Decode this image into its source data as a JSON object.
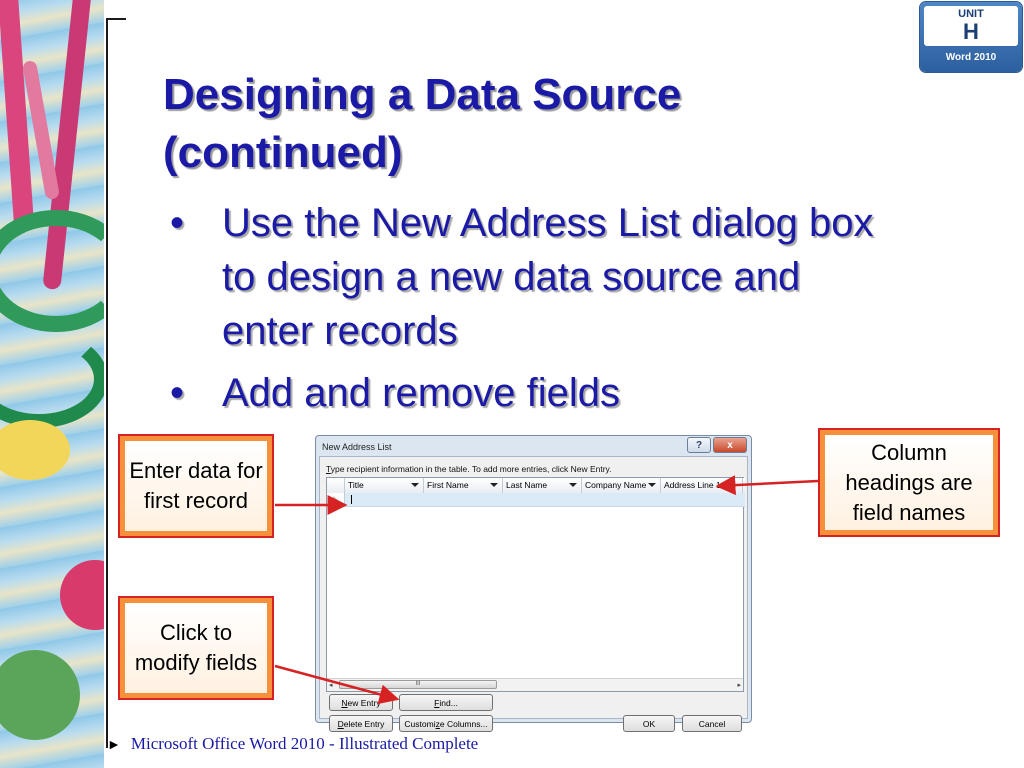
{
  "slide": {
    "title_line1": "Designing a Data Source",
    "title_line2": "(continued)",
    "bullets": [
      "Use the New Address List dialog box to design a new data source and enter records",
      "Add and remove fields"
    ],
    "bullet_char": "•",
    "footer_marker": "►",
    "footer": "Microsoft Office Word 2010 - Illustrated Complete"
  },
  "badge": {
    "unit": "UNIT",
    "letter": "H",
    "product": "Word 2010"
  },
  "callouts": {
    "enter_data": "Enter data for first record",
    "column_headings": "Column headings are field names",
    "click_modify": "Click to modify fields"
  },
  "dialog": {
    "title": "New Address List",
    "help_glyph": "?",
    "close_glyph": "x",
    "instruction_key": "T",
    "instruction_rest": "ype recipient information in the table.  To add more entries, click New Entry.",
    "columns": [
      "Title",
      "First Name",
      "Last Name",
      "Company Name",
      "Address Line 1"
    ],
    "scroll_left": "◂",
    "scroll_right": "▸",
    "scroll_grip": "III",
    "buttons": {
      "new_entry": {
        "key": "N",
        "rest": "ew Entry"
      },
      "find": {
        "key": "F",
        "rest": "ind..."
      },
      "delete_entry": {
        "key": "D",
        "rest": "elete Entry"
      },
      "customize_pre": "Customi",
      "customize_key": "z",
      "customize_post": "e Columns...",
      "ok": "OK",
      "cancel": "Cancel"
    }
  },
  "colors": {
    "title_blue": "#1a1aa6",
    "callout_fill": "#f7903a",
    "callout_border": "#d62222",
    "arrow": "#d62222",
    "badge_blue": "#2c5f9e"
  }
}
